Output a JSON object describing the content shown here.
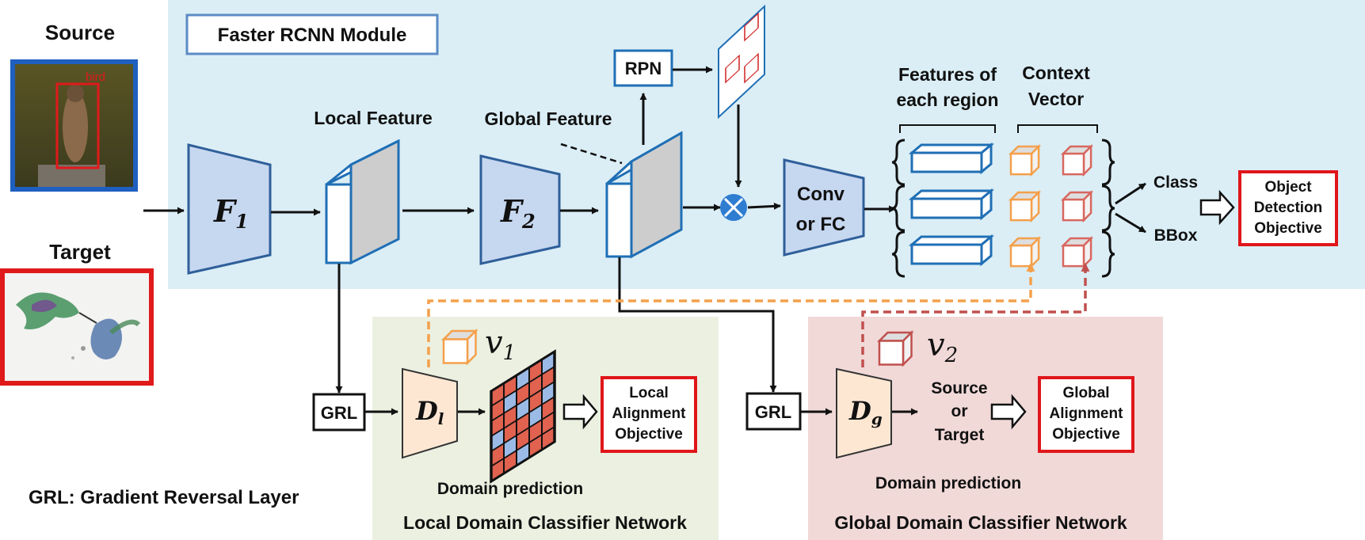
{
  "source": {
    "label": "Source",
    "box_label": "bird"
  },
  "target": {
    "label": "Target"
  },
  "faster_rcnn": {
    "title": "Faster RCNN Module"
  },
  "labels": {
    "local_feature": "Local Feature",
    "global_feature": "Global Feature",
    "rpn": "RPN",
    "features_of": "Features of",
    "each_region": "each region",
    "context": "Context",
    "vector": "Vector",
    "conv": "Conv",
    "or_fc": "or FC",
    "class": "Class",
    "bbox": "BBox",
    "grl": "GRL",
    "grl_legend": "GRL: Gradient Reversal Layer",
    "domain_prediction": "Domain prediction",
    "source_or_target": [
      "Source",
      "or",
      "Target"
    ]
  },
  "math": {
    "f1": "F",
    "f1_sub": "1",
    "f2": "F",
    "f2_sub": "2",
    "dl": "D",
    "dl_sub": "l",
    "dg": "D",
    "dg_sub": "g",
    "v1": "v",
    "v1_sub": "1",
    "v2": "v",
    "v2_sub": "2"
  },
  "objectives": {
    "detection": [
      "Object",
      "Detection",
      "Objective"
    ],
    "local": [
      "Local",
      "Alignment",
      "Objective"
    ],
    "global": [
      "Global",
      "Alignment",
      "Objective"
    ]
  },
  "panels": {
    "local": "Local Domain Classifier Network",
    "global": "Global Domain Classifier Network"
  },
  "colors": {
    "faster_rcnn_bg": "#dbeef6",
    "local_bg": "#ebf0e0",
    "global_bg": "#f1d9d8",
    "blue": "#1f6fb5",
    "red": "#e0161b",
    "orange": "#f4a04b",
    "brick": "#d8675f"
  }
}
